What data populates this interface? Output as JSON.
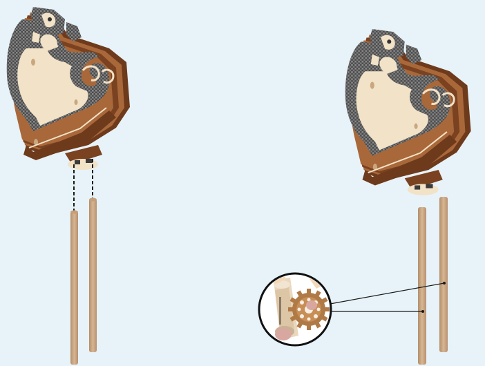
{
  "canvas": {
    "background": "#e7f3f9"
  },
  "colors": {
    "wood_light": "#f0dfc4",
    "wood_light_edge": "#d9c29f",
    "wood_dark": "#6e3a1c",
    "wood_mid": "#a9683a",
    "pattern_dark": "#3b3b3b",
    "pattern_light": "#8a8a8a",
    "dowel": "#cfae8b",
    "dowel_shade": "#b48e6a",
    "guide_line": "#1a1a1a"
  },
  "steps": [
    {
      "id": "before",
      "description_icon": "sleigh-assembly-icon",
      "state": "dowels-separated"
    },
    {
      "id": "after",
      "description_icon": "sleigh-assembly-icon",
      "state": "dowels-inserted",
      "detail_icon": "gear-and-dowel-detail-icon"
    }
  ]
}
